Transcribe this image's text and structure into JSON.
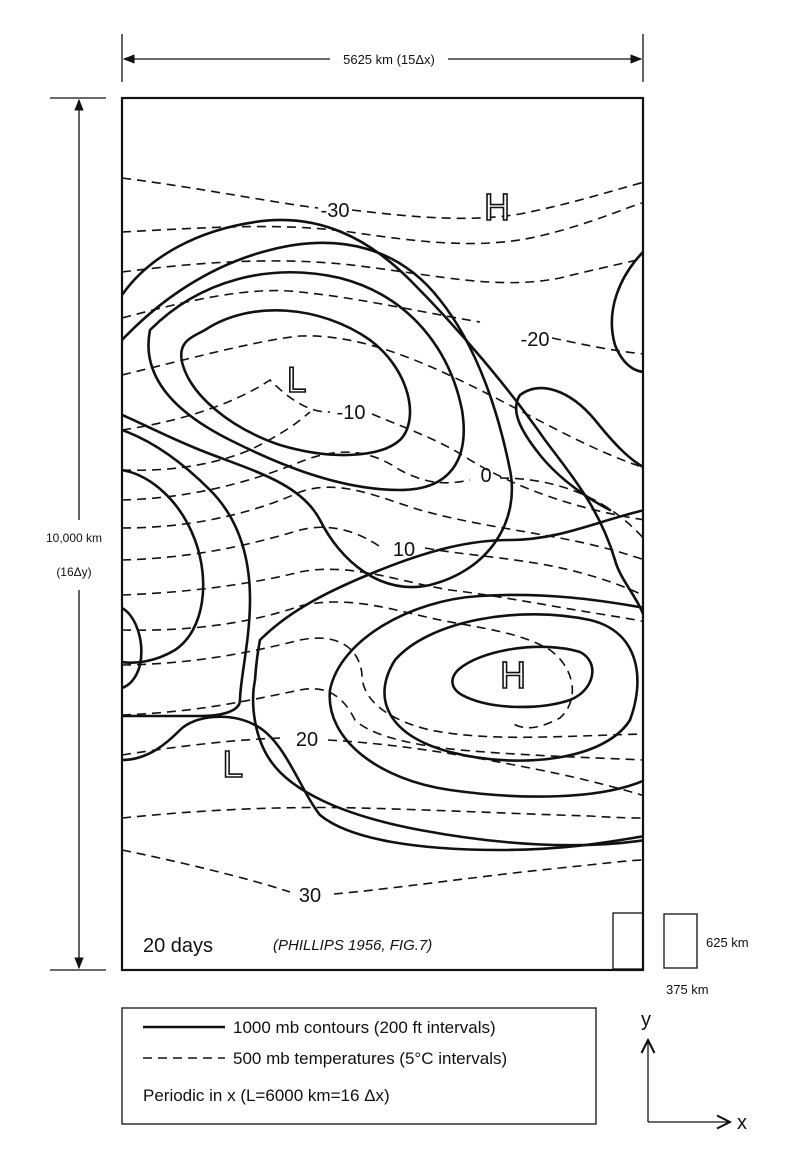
{
  "dimensions": {
    "width": "5625 km (15Δx)",
    "height_line1": "10,000 km",
    "height_line2": "(16Δy)"
  },
  "temperature_labels": [
    "-30",
    "-20",
    "-10",
    "0",
    "10",
    "20",
    "30"
  ],
  "pressure_centers": [
    "H",
    "L",
    "H",
    "L"
  ],
  "footer": {
    "time": "20 days",
    "citation": "(PHILLIPS 1956, FIG.7)"
  },
  "grid_cell": {
    "height": "625 km",
    "width": "375 km"
  },
  "legend": {
    "solid": "1000 mb contours (200 ft intervals)",
    "dashed": "500 mb temperatures (5°C intervals)",
    "periodic": "Periodic in x (L=6000 km=16 Δx)"
  },
  "axes": {
    "y": "y",
    "x": "x"
  }
}
